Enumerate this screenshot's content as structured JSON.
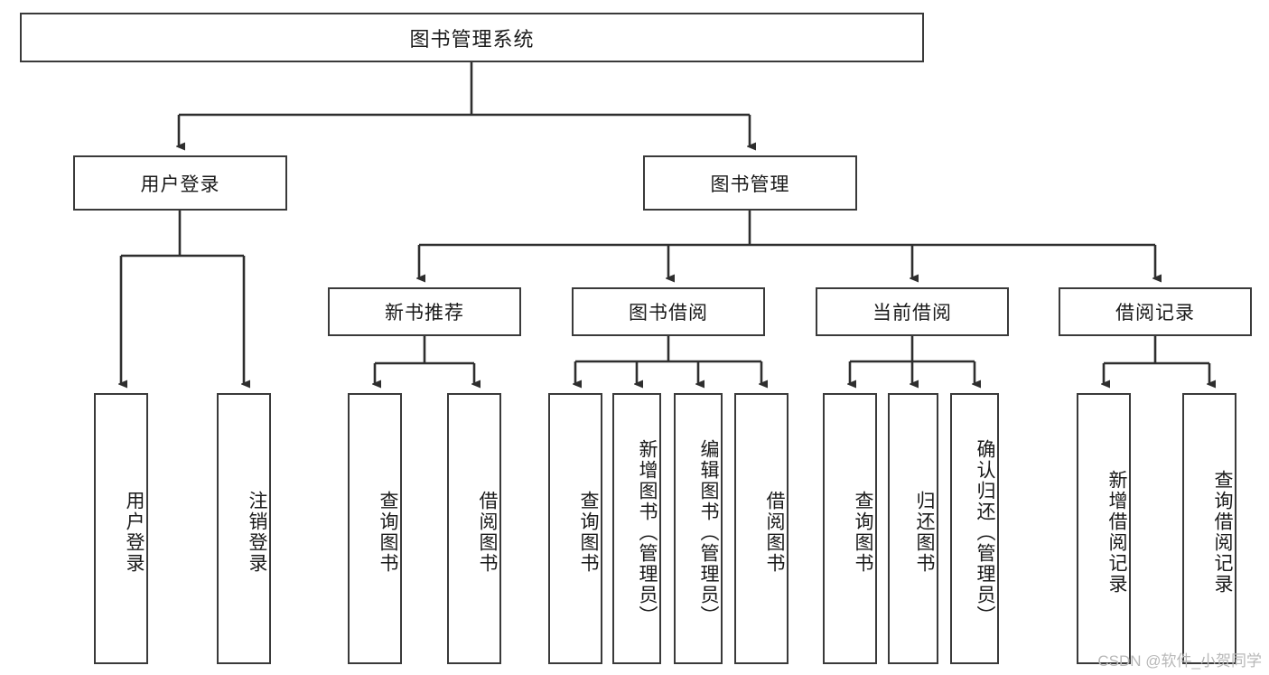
{
  "diagram": {
    "title": "图书管理系统",
    "type": "tree-hierarchy",
    "watermark": "CSDN @软件_小贺同学",
    "nodes": {
      "root": {
        "label": "图书管理系统"
      },
      "level2": [
        {
          "id": "user-login",
          "label": "用户登录"
        },
        {
          "id": "book-management",
          "label": "图书管理"
        }
      ],
      "level3": [
        {
          "id": "new-book-recommend",
          "label": "新书推荐"
        },
        {
          "id": "book-borrow",
          "label": "图书借阅"
        },
        {
          "id": "current-borrow",
          "label": "当前借阅"
        },
        {
          "id": "borrow-record",
          "label": "借阅记录"
        }
      ],
      "leaves": {
        "user_login": [
          {
            "id": "leaf-user-login",
            "label": "用户登录"
          },
          {
            "id": "leaf-logout-login",
            "label": "注销登录"
          }
        ],
        "new_book_recommend": [
          {
            "id": "leaf-query-book-1",
            "label": "查询图书"
          },
          {
            "id": "leaf-borrow-book-1",
            "label": "借阅图书"
          }
        ],
        "book_borrow": [
          {
            "id": "leaf-query-book-2",
            "label": "查询图书"
          },
          {
            "id": "leaf-add-book",
            "label": "新增图书（管理员）"
          },
          {
            "id": "leaf-edit-book",
            "label": "编辑图书（管理员）"
          },
          {
            "id": "leaf-borrow-book-2",
            "label": "借阅图书"
          }
        ],
        "current_borrow": [
          {
            "id": "leaf-query-book-3",
            "label": "查询图书"
          },
          {
            "id": "leaf-return-book",
            "label": "归还图书"
          },
          {
            "id": "leaf-confirm-return",
            "label": "确认归还（管理员）"
          }
        ],
        "borrow_record": [
          {
            "id": "leaf-add-borrow-record",
            "label": "新增借阅记录"
          },
          {
            "id": "leaf-query-borrow-record",
            "label": "查询借阅记录"
          }
        ]
      }
    },
    "colors": {
      "border": "#3a3a3a",
      "background": "#ffffff",
      "text": "#1a1a1a",
      "watermark": "#b8b8b8"
    }
  }
}
